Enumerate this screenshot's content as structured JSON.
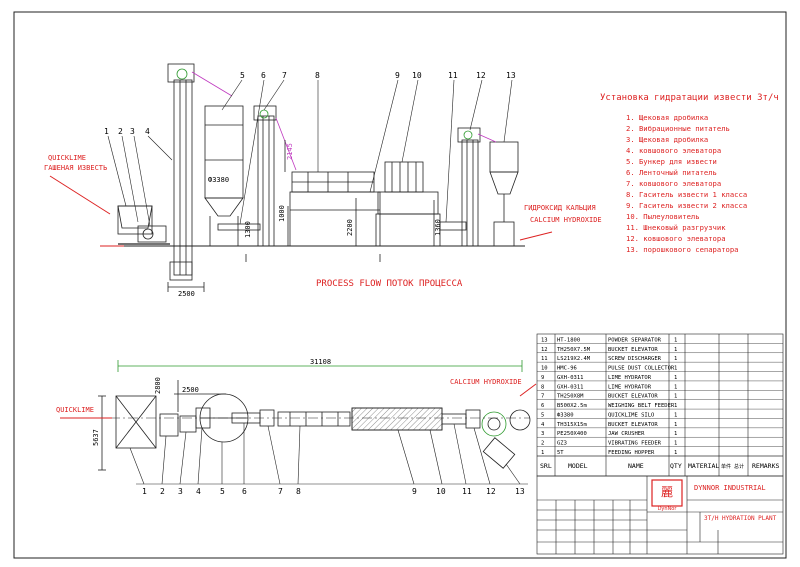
{
  "titles": {
    "plant_title": "Установка гидратации извести 3т/ч",
    "process_flow": "PROCESS FLOW ПОТОК ПРОЦЕССА"
  },
  "labels": {
    "quicklime_en": "QUICKLIME",
    "quicklime_ru": "ГАШЕНАЯ ИЗВЕСТЬ",
    "hydroxide_ru": "ГИДРОКСИД КАЛЬЦИЯ",
    "hydroxide_en": "CALCIUM HYDROXIDE",
    "plan_quicklime": "QUICKLIME",
    "plan_hydroxide": "CALCIUM HYDROXIDE"
  },
  "legend": [
    "1. Щековая дробилка",
    "2. Вибрационные питатель",
    "3. Щековая дробилка",
    "4. ковшового элеватора",
    "5. Бункер для извести",
    "6. Ленточный питатель",
    "7. ковшового элеватора",
    "8. Гаситель извести 1 класса",
    "9. Гаситель извести 2 класса",
    "10. Пылеуловитель",
    "11. Шнековый разгрузчик",
    "12. ковшового элеватора",
    "13. порошкового сепаратора"
  ],
  "callouts_top": [
    "1",
    "2",
    "3",
    "4",
    "5",
    "6",
    "7",
    "8",
    "9",
    "10",
    "11",
    "12",
    "13"
  ],
  "callouts_bottom": [
    "1",
    "2",
    "3",
    "4",
    "5",
    "6",
    "7",
    "8",
    "9",
    "10",
    "11",
    "12",
    "13"
  ],
  "dimensions": {
    "d2500_top": "2500",
    "d3380": "Ф3380",
    "d2145": "2145",
    "d2200": "2200",
    "d1360": "1360",
    "d1000": "1000",
    "d1300": "1300",
    "d31108": "31108",
    "d2500_plan": "2500",
    "d2800": "2800",
    "d5637": "5637"
  },
  "bom_rows": [
    {
      "no": "13",
      "model": "HT-1800",
      "name": "POWDER SEPARATOR",
      "qty": "1",
      "remark": ""
    },
    {
      "no": "12",
      "model": "TH250X7.5M",
      "name": "BUCKET ELEVATOR",
      "qty": "1",
      "remark": ""
    },
    {
      "no": "11",
      "model": "LS219X2.4M",
      "name": "SCREW DISCHARGER",
      "qty": "1",
      "remark": ""
    },
    {
      "no": "10",
      "model": "HMC-96",
      "name": "PULSE DUST COLLECTOR",
      "qty": "1",
      "remark": ""
    },
    {
      "no": "9",
      "model": "GXH-0311",
      "name": "LIME HYDRATOR",
      "qty": "1",
      "remark": ""
    },
    {
      "no": "8",
      "model": "GXH-0311",
      "name": "LIME HYDRATOR",
      "qty": "1",
      "remark": ""
    },
    {
      "no": "7",
      "model": "TH250X8M",
      "name": "BUCKET ELEVATOR",
      "qty": "1",
      "remark": ""
    },
    {
      "no": "6",
      "model": "B500X2.5m",
      "name": "WEIGHING BELT FEEDER",
      "qty": "1",
      "remark": ""
    },
    {
      "no": "5",
      "model": "Ф3380",
      "name": "QUICKLIME SILO",
      "qty": "1",
      "remark": ""
    },
    {
      "no": "4",
      "model": "TH315X15m",
      "name": "BUCKET ELEVATOR",
      "qty": "1",
      "remark": ""
    },
    {
      "no": "3",
      "model": "PE250X400",
      "name": "JAW CRUSHER",
      "qty": "1",
      "remark": ""
    },
    {
      "no": "2",
      "model": "GZ3",
      "name": "VIBRATING FEEDER",
      "qty": "1",
      "remark": ""
    },
    {
      "no": "1",
      "model": "5T",
      "name": "FEEDING HOPPER",
      "qty": "1",
      "remark": ""
    }
  ],
  "bom_header": {
    "srl": "SRL",
    "model": "MODEL",
    "name": "NAME",
    "qty": "QTY",
    "material": "MATERIAL",
    "weight": "单件 总计",
    "remarks": "REMARKS"
  },
  "title_block": {
    "company": "DYNNOR INDUSTRIAL",
    "logo_text": "DynNor",
    "drawing": "3T/H HYDRATION PLANT"
  },
  "colors": {
    "line": "#222222",
    "accent_red": "#d22222",
    "green": "#2e9a2e",
    "magenta": "#c03ac0"
  }
}
